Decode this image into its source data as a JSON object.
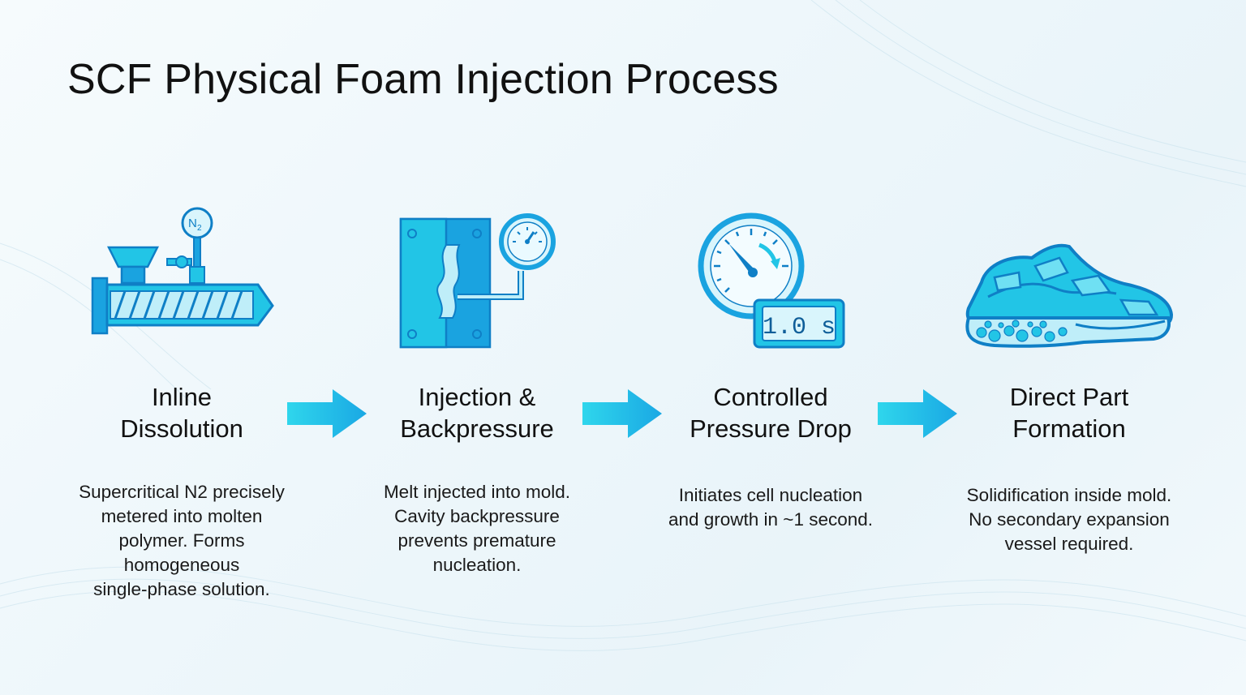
{
  "title": "SCF Physical Foam Injection Process",
  "colors": {
    "primary": "#1aa3e0",
    "accent": "#22c5e6",
    "light": "#8fe3f5",
    "outline": "#0f7fc6"
  },
  "steps": [
    {
      "icon": "extruder-icon",
      "title_line1": "Inline",
      "title_line2": "Dissolution",
      "desc": [
        "Supercritical N2 precisely",
        "metered into molten",
        "polymer. Forms",
        "homogeneous",
        "single-phase solution."
      ],
      "icon_label": "N2"
    },
    {
      "icon": "mold-gauge-icon",
      "title_line1": "Injection &",
      "title_line2": "Backpressure",
      "desc": [
        "Melt injected into mold.",
        "Cavity backpressure",
        "prevents premature",
        "nucleation."
      ]
    },
    {
      "icon": "timer-gauge-icon",
      "title_line1": "Controlled",
      "title_line2": "Pressure Drop",
      "desc": [
        "Initiates cell nucleation",
        "and growth in ~1 second."
      ],
      "timer_display": "1.0 s"
    },
    {
      "icon": "shoe-icon",
      "title_line1": "Direct Part",
      "title_line2": "Formation",
      "desc": [
        "Solidification inside mold.",
        "No secondary expansion",
        "vessel required."
      ]
    }
  ]
}
